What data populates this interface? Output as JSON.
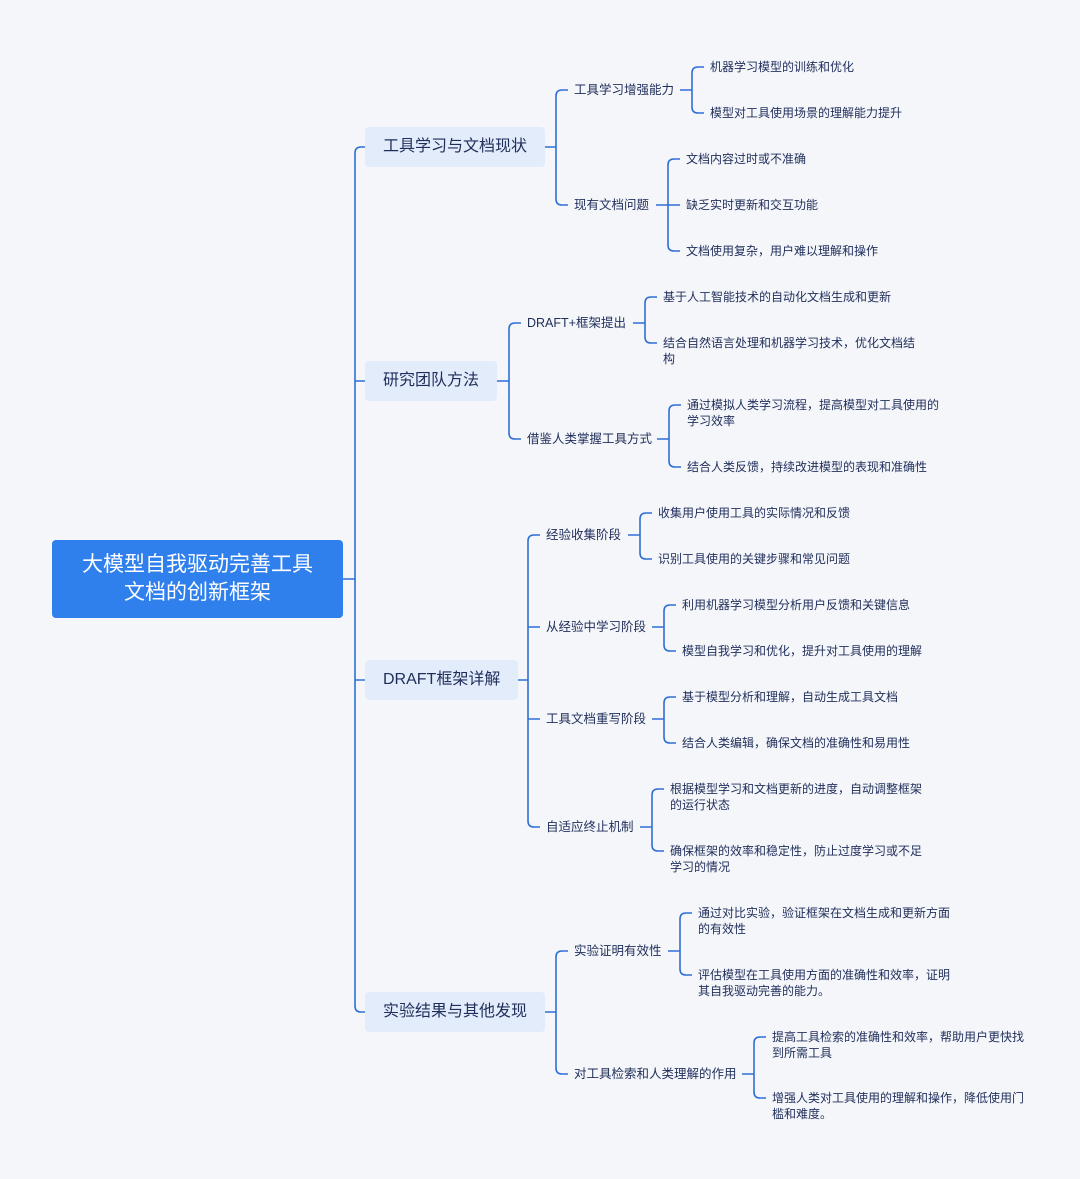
{
  "root": {
    "title_line1": "大模型自我驱动完善工具",
    "title_line2": "文档的创新框架"
  },
  "branches": [
    {
      "label": "工具学习与文档现状",
      "children": [
        {
          "label": "工具学习增强能力",
          "leaves": [
            "机器学习模型的训练和优化",
            "模型对工具使用场景的理解能力提升"
          ]
        },
        {
          "label": "现有文档问题",
          "leaves": [
            "文档内容过时或不准确",
            "缺乏实时更新和交互功能",
            "文档使用复杂，用户难以理解和操作"
          ]
        }
      ]
    },
    {
      "label": "研究团队方法",
      "children": [
        {
          "label": "DRAFT+框架提出",
          "leaves": [
            "基于人工智能技术的自动化文档生成和更新",
            "结合自然语言处理和机器学习技术，优化文档结构"
          ]
        },
        {
          "label": "借鉴人类掌握工具方式",
          "leaves": [
            "通过模拟人类学习流程，提高模型对工具使用的学习效率",
            "结合人类反馈，持续改进模型的表现和准确性"
          ]
        }
      ]
    },
    {
      "label": "DRAFT框架详解",
      "children": [
        {
          "label": "经验收集阶段",
          "leaves": [
            "收集用户使用工具的实际情况和反馈",
            "识别工具使用的关键步骤和常见问题"
          ]
        },
        {
          "label": "从经验中学习阶段",
          "leaves": [
            "利用机器学习模型分析用户反馈和关键信息",
            "模型自我学习和优化，提升对工具使用的理解"
          ]
        },
        {
          "label": "工具文档重写阶段",
          "leaves": [
            "基于模型分析和理解，自动生成工具文档",
            "结合人类编辑，确保文档的准确性和易用性"
          ]
        },
        {
          "label": "自适应终止机制",
          "leaves": [
            "根据模型学习和文档更新的进度，自动调整框架的运行状态",
            "确保框架的效率和稳定性，防止过度学习或不足学习的情况"
          ]
        }
      ]
    },
    {
      "label": "实验结果与其他发现",
      "children": [
        {
          "label": "实验证明有效性",
          "leaves": [
            "通过对比实验，验证框架在文档生成和更新方面的有效性",
            "评估模型在工具使用方面的准确性和效率，证明其自我驱动完善的能力。"
          ]
        },
        {
          "label": "对工具检索和人类理解的作用",
          "leaves": [
            "提高工具检索的准确性和效率，帮助用户更快找到所需工具",
            "增强人类对工具使用的理解和操作，降低使用门槛和难度。"
          ]
        }
      ]
    }
  ],
  "colors": {
    "line": "#2f6fd6",
    "root_bg": "#2f80ed",
    "branch_bg": "#e3ecfb",
    "text": "#1f2d5a",
    "background": "#f4f6fa"
  }
}
